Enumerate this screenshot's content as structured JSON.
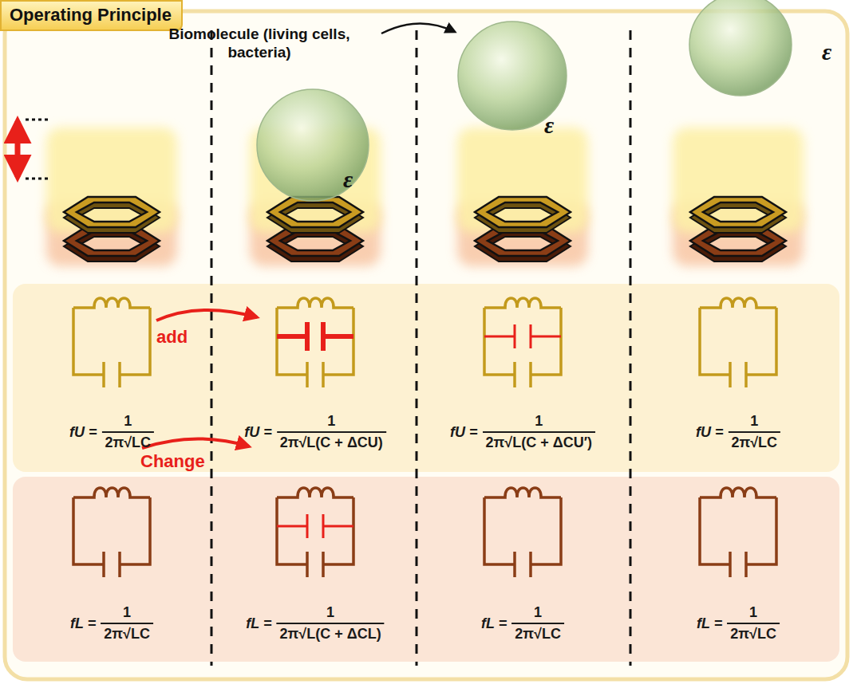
{
  "diagram": {
    "nodes": [
      {
        "text": [
          "Operating Principle"
        ]
      }
    ],
    "labels": [
      "Biomolecule (living cells, bacteria)",
      "ε",
      "ε",
      "ε",
      "add",
      "Change",
      "fU =",
      "1",
      "2π√LC",
      "fU =",
      "1",
      "2π√L(C + ΔCU)",
      "fU =",
      "1",
      "2π√L(C + ΔCU′)",
      "fU =",
      "1",
      "2π√LC",
      "fL =",
      "1",
      "2π√LC",
      "fL =",
      "1",
      "2π√L(C + ΔCL)",
      "fL =",
      "1",
      "2π√LC",
      "fL =",
      "1",
      "2π√LC"
    ]
  }
}
